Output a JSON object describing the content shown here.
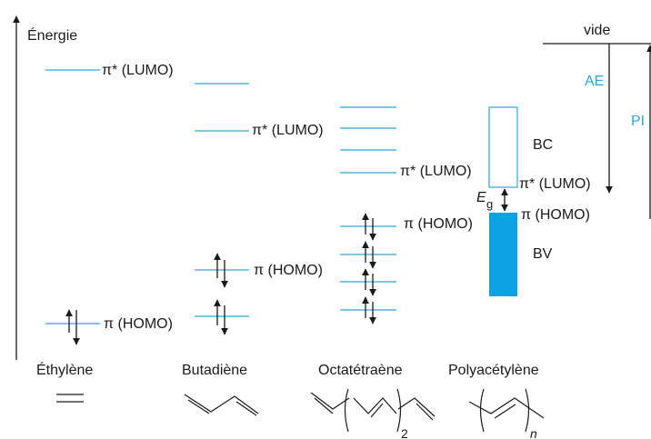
{
  "axis": {
    "label": "Énergie"
  },
  "labels": {
    "lumo": "π* (LUMO)",
    "homo": "π (HOMO)",
    "vacuum": "vide",
    "ae": "AE",
    "pi": "PI",
    "bc": "BC",
    "bv": "BV",
    "eg_main": "E",
    "eg_sub": "g",
    "oct_repeat": "2",
    "poly_repeat": "n"
  },
  "molecules": [
    "Éthylène",
    "Butadiène",
    "Octatétraène",
    "Polyacétylène"
  ],
  "colors": {
    "levels": "#29a8e0",
    "valence_band": "#0ba3e3",
    "text": "#1a1a1a",
    "blue_text": "#29a8e0"
  }
}
